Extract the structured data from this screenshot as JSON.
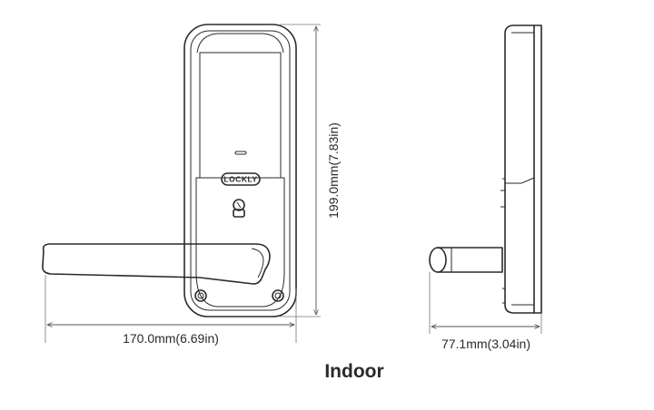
{
  "brand_logo": "LOCKLY",
  "dimensions": {
    "width_label": "170.0mm(6.69in)",
    "height_label": "199.0mm(7.83in)",
    "depth_label": "77.1mm(3.04in)"
  },
  "caption": "Indoor"
}
